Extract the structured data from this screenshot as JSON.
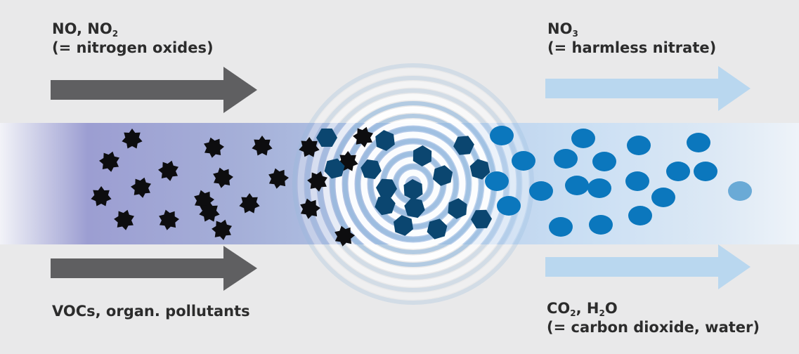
{
  "inputs": {
    "top": {
      "formula_parts": [
        "NO, NO",
        "2"
      ],
      "description": "(= nitrogen oxides)"
    },
    "bottom": {
      "description": "VOCs, organ. pollutants"
    }
  },
  "outputs": {
    "top": {
      "formula_parts": [
        "NO",
        "3"
      ],
      "description": "(= harmless nitrate)"
    },
    "bottom": {
      "formula_parts": [
        "CO",
        "2",
        ", H",
        "2",
        "O"
      ],
      "description": "(= carbon dioxide, water)"
    }
  },
  "colors": {
    "background": "#e9e9ea",
    "input_arrow": "#5f5f61",
    "output_arrow": "#b9d7ef",
    "pollutant_particle": "#0d0d0f",
    "intermediate_particle": "#0b4670",
    "product_particle": "#0b77bd",
    "text": "#2c2c2c"
  },
  "icons": {
    "pollutant": "black-seven-point-star",
    "intermediate": "navy-hexagon",
    "product": "blue-oval",
    "catalyst": "concentric-ripple-rings"
  }
}
